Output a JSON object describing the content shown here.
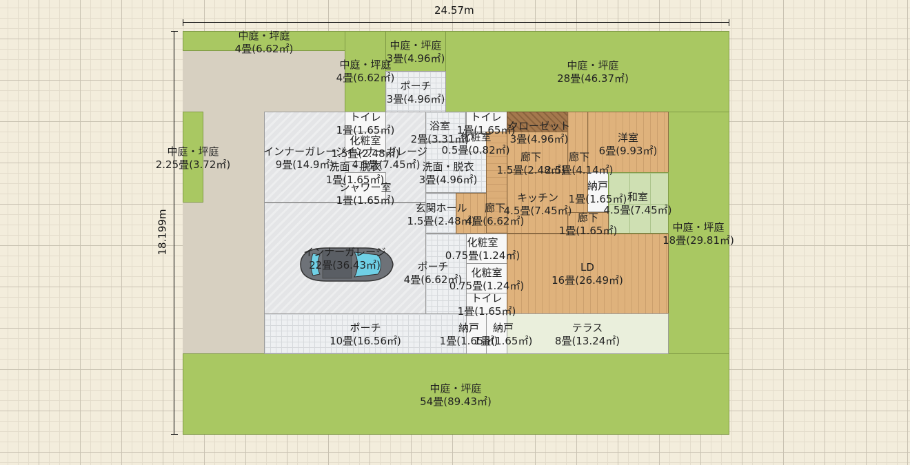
{
  "dimensions": {
    "width": "24.57m",
    "height": "18.199m"
  },
  "colors": {
    "garden": "#a9c862",
    "wood": "#dfb27c",
    "tatami": "#cfe0b3",
    "tile": "#eef0f2",
    "garage": "#e4e5e7",
    "terrace": "#eaefdc"
  },
  "car": {
    "icon": "car-icon",
    "color": "#6e7278"
  },
  "rooms": [
    {
      "id": "r-garden-top-left",
      "name": "中庭・坪庭",
      "area": "4畳(6.62㎡)"
    },
    {
      "id": "r-garden-top-mid",
      "name": "中庭・坪庭",
      "area": "4畳(6.62㎡)"
    },
    {
      "id": "r-garden-top-small",
      "name": "中庭・坪庭",
      "area": "3畳(4.96㎡)"
    },
    {
      "id": "r-porch-top",
      "name": "ポーチ",
      "area": "3畳(4.96㎡)"
    },
    {
      "id": "r-garden-top-right",
      "name": "中庭・坪庭",
      "area": "28畳(46.37㎡)"
    },
    {
      "id": "r-garden-left",
      "name": "中庭・坪庭",
      "area": "2.25畳(3.72㎡)"
    },
    {
      "id": "r-toilet-1",
      "name": "トイレ",
      "area": "1畳(1.65㎡)"
    },
    {
      "id": "r-powder-1",
      "name": "化粧室",
      "area": "1.5畳(2.48㎡)"
    },
    {
      "id": "r-inner-garage-1",
      "name": "インナーガレージ",
      "area": "9畳(14.9㎡)"
    },
    {
      "id": "r-inner-garage-2",
      "name": "インナーガレージ",
      "area": "4.5畳(7.45㎡)"
    },
    {
      "id": "r-wash-1",
      "name": "洗面・脱衣",
      "area": "1畳(1.65㎡)"
    },
    {
      "id": "r-shower",
      "name": "シャワー室",
      "area": "1畳(1.65㎡)"
    },
    {
      "id": "r-bath",
      "name": "浴室",
      "area": "2畳(3.31㎡)"
    },
    {
      "id": "r-toilet-2",
      "name": "トイレ",
      "area": "1畳(1.65㎡)"
    },
    {
      "id": "r-powder-2",
      "name": "化粧室",
      "area": "0.5畳(0.82㎡)"
    },
    {
      "id": "r-wash-2",
      "name": "洗面・脱衣",
      "area": "3畳(4.96㎡)"
    },
    {
      "id": "r-closet",
      "name": "クローゼット",
      "area": "3畳(4.96㎡)"
    },
    {
      "id": "r-hall-1",
      "name": "廊下",
      "area": "1.5畳(2.48㎡)"
    },
    {
      "id": "r-hall-2",
      "name": "廊下",
      "area": "2.5畳(4.14㎡)"
    },
    {
      "id": "r-western",
      "name": "洋室",
      "area": "6畳(9.93㎡)"
    },
    {
      "id": "r-storage-1",
      "name": "納戸",
      "area": "1畳(1.65㎡)"
    },
    {
      "id": "r-japanese",
      "name": "和室",
      "area": "4.5畳(7.45㎡)"
    },
    {
      "id": "r-kitchen",
      "name": "キッチン",
      "area": "4.5畳(7.45㎡)"
    },
    {
      "id": "r-entrance",
      "name": "玄関ホール",
      "area": "1.5畳(2.48㎡)"
    },
    {
      "id": "r-hall-3",
      "name": "廊下",
      "area": "4畳(6.62㎡)"
    },
    {
      "id": "r-hall-4",
      "name": "廊下",
      "area": "1畳(1.65㎡)"
    },
    {
      "id": "r-garden-right",
      "name": "中庭・坪庭",
      "area": "18畳(29.81㎡)"
    },
    {
      "id": "r-inner-garage-main",
      "name": "インナーガレージ",
      "area": "22畳(36.43㎡)"
    },
    {
      "id": "r-powder-3",
      "name": "化粧室",
      "area": "0.75畳(1.24㎡)"
    },
    {
      "id": "r-porch-mid",
      "name": "ポーチ",
      "area": "4畳(6.62㎡)"
    },
    {
      "id": "r-powder-4",
      "name": "化粧室",
      "area": "0.75畳(1.24㎡)"
    },
    {
      "id": "r-ld",
      "name": "LD",
      "area": "16畳(26.49㎡)"
    },
    {
      "id": "r-toilet-3",
      "name": "トイレ",
      "area": "1畳(1.65㎡)"
    },
    {
      "id": "r-porch-bottom",
      "name": "ポーチ",
      "area": "10畳(16.56㎡)"
    },
    {
      "id": "r-storage-2",
      "name": "納戸",
      "area": "1畳(1.65㎡)"
    },
    {
      "id": "r-storage-3",
      "name": "納戸",
      "area": "1畳(1.65㎡)"
    },
    {
      "id": "r-terrace",
      "name": "テラス",
      "area": "8畳(13.24㎡)"
    },
    {
      "id": "r-garden-bottom",
      "name": "中庭・坪庭",
      "area": "54畳(89.43㎡)"
    }
  ]
}
